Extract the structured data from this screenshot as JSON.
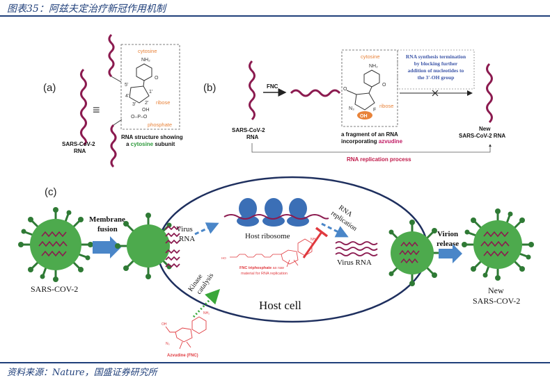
{
  "header": {
    "title": "图表35：阿兹夫定治疗新冠作用机制"
  },
  "footer": {
    "source": "资料来源：Nature，国盛证券研究所"
  },
  "panel_a": {
    "tag": "(a)",
    "virus_label_1": "SARS-CoV-2",
    "virus_label_2": "RNA",
    "equals": "≡",
    "cytosine": "cytosine",
    "ribose": "ribose",
    "phosphate": "phosphate",
    "nh2": "NH₂",
    "oh": "OH",
    "p5": "5'",
    "p4": "4'",
    "p3": "3'",
    "p2": "2'",
    "p1": "1'",
    "caption_1": "RNA structure showing",
    "caption_2a": "a ",
    "caption_2b": "cytosine",
    "caption_2c": " subunit"
  },
  "panel_b": {
    "tag": "(b)",
    "fnc": "FNC",
    "virus_label_1": "SARS-CoV-2",
    "virus_label_2": "RNA",
    "cytosine": "cytosine",
    "ribose": "ribose",
    "nh2": "NH₂",
    "n3": "N₃",
    "oh": "OH",
    "f": "F",
    "fragment_1": "a fragment of an RNA",
    "fragment_2a": "incorporating ",
    "fragment_2b": "azvudine",
    "termination_1": "RNA synthesis termination",
    "termination_2": "by blocking further",
    "termination_3": "addition of nucleotides to",
    "termination_4": "the 3'-OH group",
    "new_1": "New",
    "new_2": "SARS-CoV-2 RNA",
    "process": "RNA replication process"
  },
  "panel_c": {
    "tag": "(c)",
    "membrane_1": "Membrane",
    "membrane_2": "fusion",
    "sars": "SARS-COV-2",
    "virus_rna_1": "Virus",
    "virus_rna_2": "RNA",
    "host_ribosome": "Host ribosome",
    "rna_rep_1": "RNA",
    "rna_rep_2": "replication",
    "virus_rna": "Virus RNA",
    "fnc_tp_1": "FNC triphosphate",
    "fnc_tp_1b": " as raw",
    "fnc_tp_2": "material for RNA replication",
    "kinase_1": "Kinase",
    "kinase_2": "catalysis",
    "host_cell": "Host cell",
    "azvudine": "Azvudine (FNC)",
    "virion_1": "Virion",
    "virion_2": "release",
    "new_1": "New",
    "new_2": "SARS-COV-2"
  },
  "colors": {
    "rna": "#8b1a4f",
    "orange": "#e8833a",
    "green_text": "#2e9a3c",
    "virus_green": "#4daa4d",
    "virus_dark": "#2f7a35",
    "arrow_blue": "#4a86c8",
    "ribosome": "#3b6fb6",
    "red": "#e0393e",
    "navy": "#1f3f7a",
    "term_blue": "#3d56a8",
    "kinase_green": "#3aa73a"
  }
}
